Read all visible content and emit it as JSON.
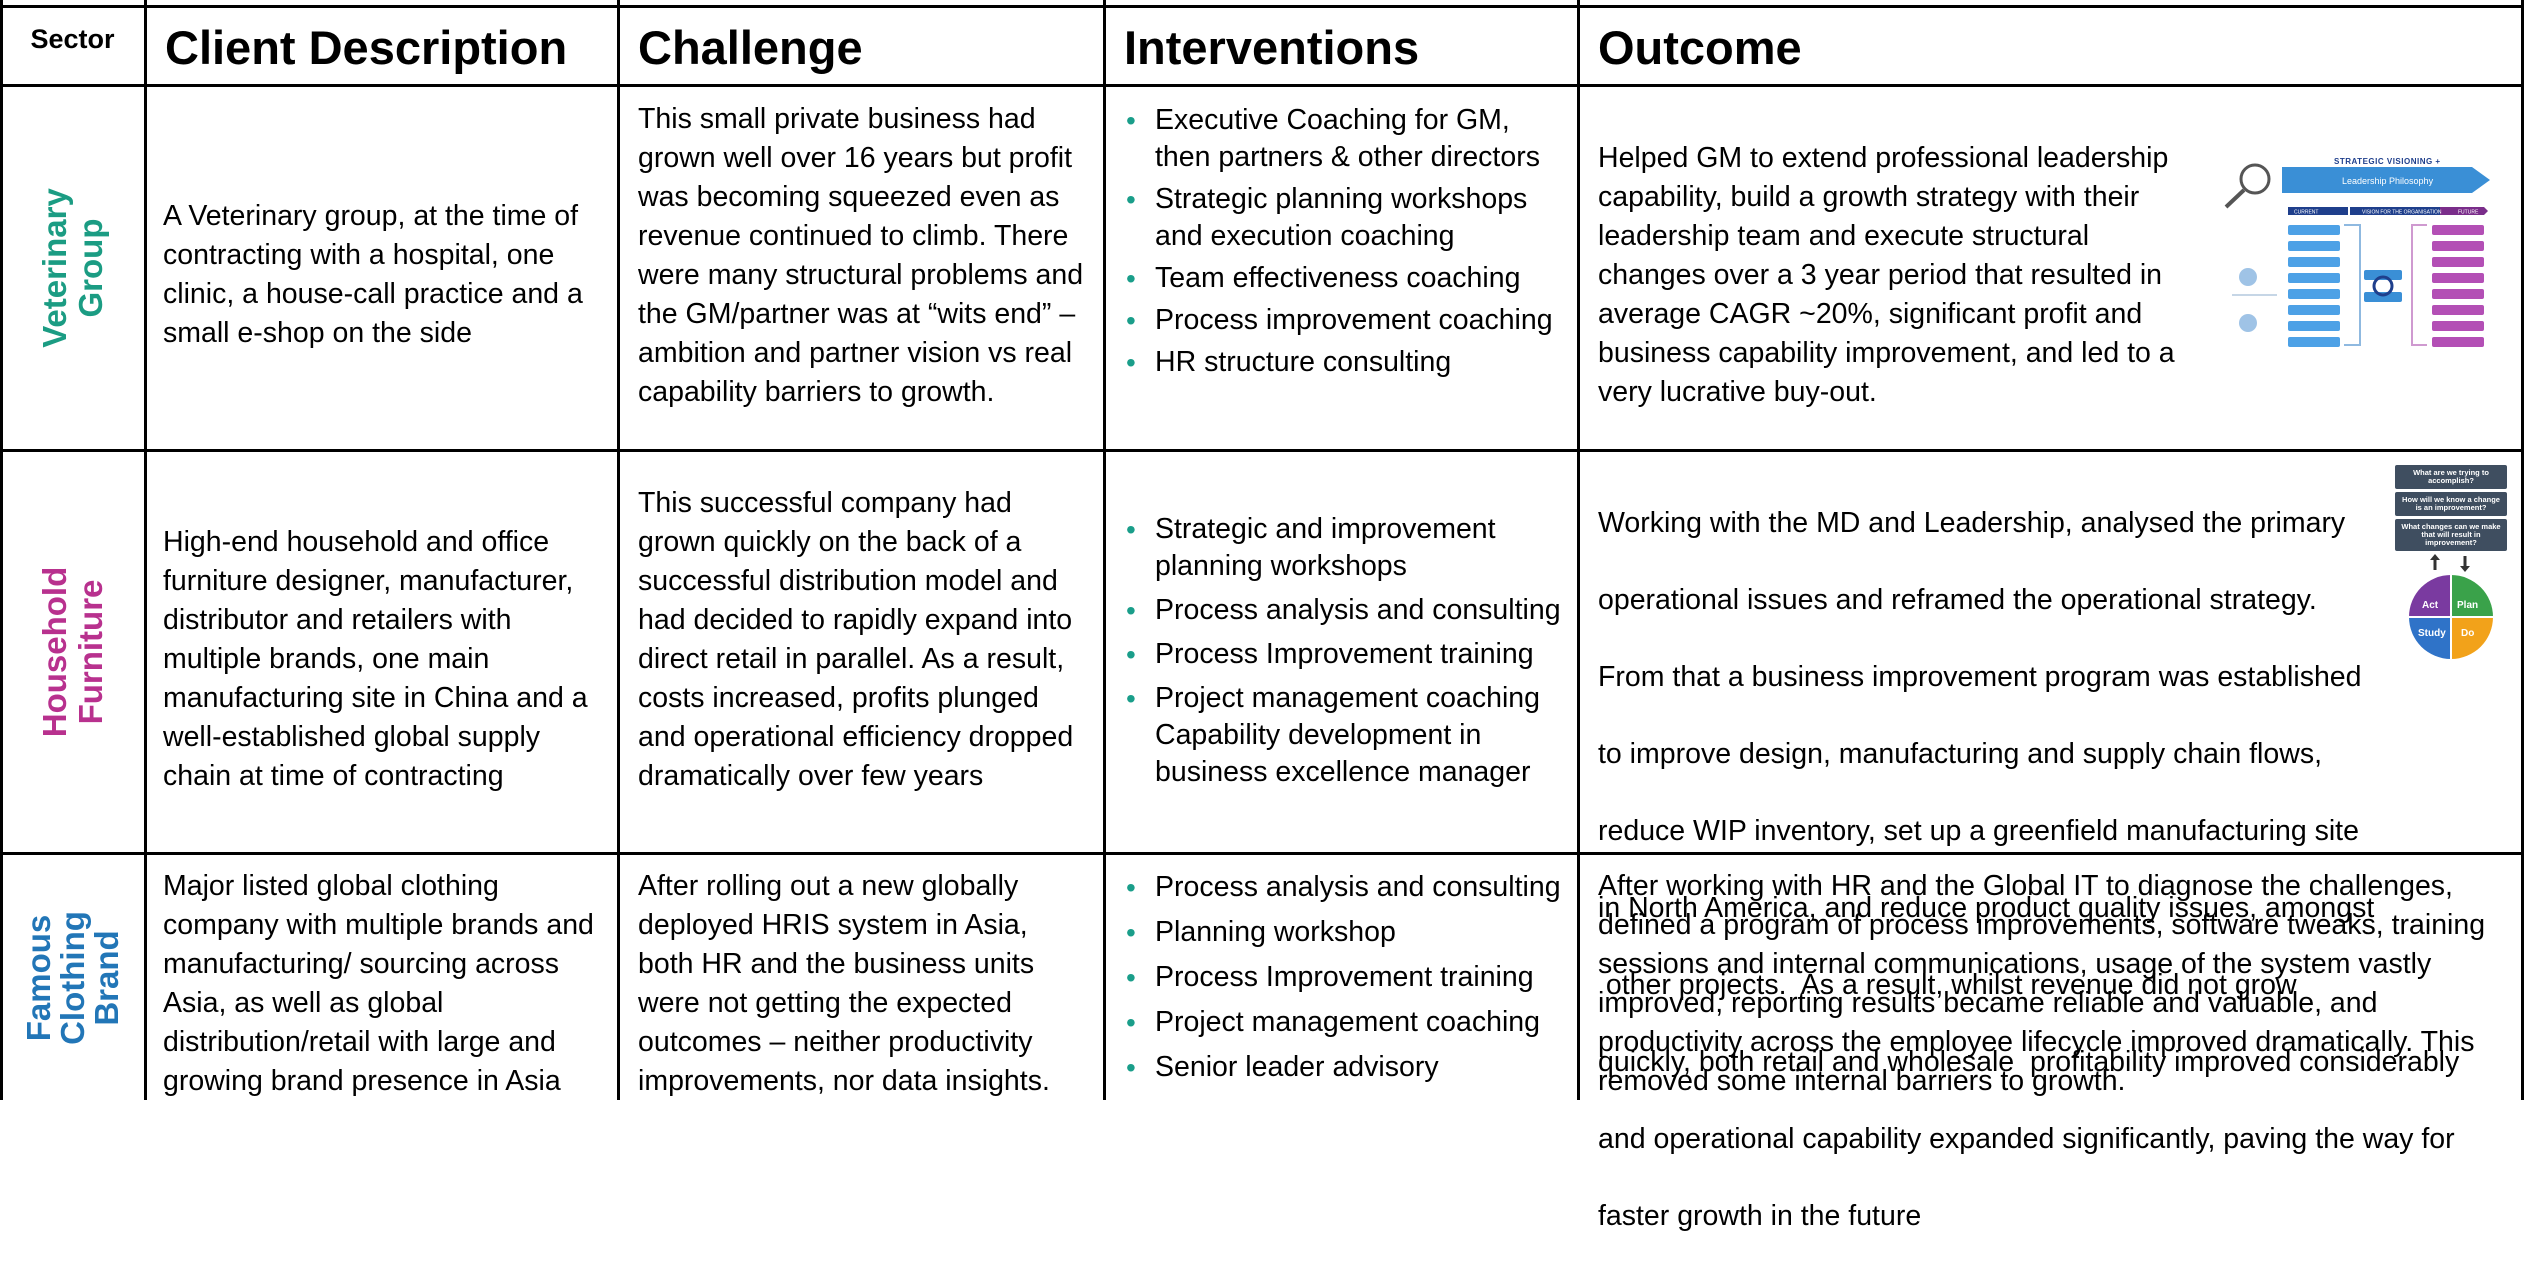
{
  "headers": {
    "sector": "Sector",
    "client": "Client Description",
    "challenge": "Challenge",
    "interventions": "Interventions",
    "outcome": "Outcome"
  },
  "colors": {
    "veterinary": "#1b9c83",
    "furniture": "#b8318e",
    "clothing": "#2276b7",
    "bullet": "#1a9e8a"
  },
  "rows": [
    {
      "sector_lines": [
        "Veterinary",
        "Group"
      ],
      "client": "A Veterinary group, at the time of contracting with a hospital, one clinic, a house-call practice and a small e-shop on the side",
      "challenge": "This small private business had grown well over 16 years but profit was becoming squeezed even as revenue continued to climb.  There were many structural problems and the GM/partner was at “wits end” – ambition and partner vision vs real capability barriers to growth.",
      "interventions": [
        "Executive Coaching for GM, then partners & other directors",
        "Strategic planning workshops and execution coaching",
        "Team effectiveness coaching",
        "Process improvement coaching",
        "HR structure consulting"
      ],
      "outcome": "Helped GM to extend professional leadership capability, build a growth strategy with their leadership team and execute structural changes over a 3 year period that resulted in average CAGR ~20%, significant profit and business capability improvement, and led to a very lucrative buy-out."
    },
    {
      "sector_lines": [
        "Household",
        "Furniture"
      ],
      "client": "High-end household and office furniture designer, manufacturer, distributor and retailers with multiple brands, one main manufacturing site in China and a well-established global supply chain at time of contracting",
      "challenge": "This successful company had grown quickly on the back of a successful distribution model and had decided to rapidly expand into direct retail in parallel.  As a result, costs increased, profits plunged and operational efficiency dropped dramatically over few years",
      "interventions": [
        "Strategic and improvement planning workshops",
        "Process analysis and consulting",
        "Process Improvement training",
        "Project management coaching Capability development in business excellence manager"
      ],
      "outcome_lines": [
        "Working with the MD and Leadership, analysed the primary",
        "operational issues and reframed the operational strategy.",
        "From that a business improvement program was established",
        "to improve design, manufacturing and supply chain flows,",
        "reduce WIP inventory, set up a greenfield manufacturing site",
        "in North America, and reduce product quality issues, amongst",
        " other projects.  As a result, whilst revenue did not grow",
        "quickly, both retail and wholesale  profitability improved considerably",
        "and operational capability expanded significantly, paving the way for",
        "faster growth in the future"
      ]
    },
    {
      "sector_lines": [
        "Famous",
        "Clothing",
        "Brand"
      ],
      "client": "Major listed global clothing company with multiple brands and manufacturing/ sourcing across Asia, as well as global distribution/retail with large and growing brand presence in Asia",
      "challenge": "After rolling out a new globally deployed HRIS system in Asia, both HR and the business units were not getting the expected outcomes – neither productivity improvements, nor data insights.",
      "interventions": [
        "Process analysis and consulting",
        "Planning workshop",
        "Process Improvement training",
        "Project management coaching",
        "Senior leader advisory"
      ],
      "outcome": "After working with HR and the Global IT to diagnose the challenges, defined a program of process improvements, software tweaks,  training sessions and internal communications, usage of the system vastly improved, reporting results became reliable and valuable, and productivity across the employee lifecycle improved dramatically.  This removed some internal barriers to growth."
    }
  ],
  "figure_strategic": {
    "title": "STRATEGIC VISIONING +",
    "banner": "Leadership Philosophy",
    "col_current": "CURRENT",
    "col_vision": "VISION FOR THE ORGANISATION",
    "col_future": "FUTURE"
  },
  "figure_pdsa": {
    "questions": [
      "What are we trying to accomplish?",
      "How will we know a change is an improvement?",
      "What changes can we make that will result in improvement?"
    ],
    "act": "Act",
    "plan": "Plan",
    "study": "Study",
    "do": "Do"
  }
}
